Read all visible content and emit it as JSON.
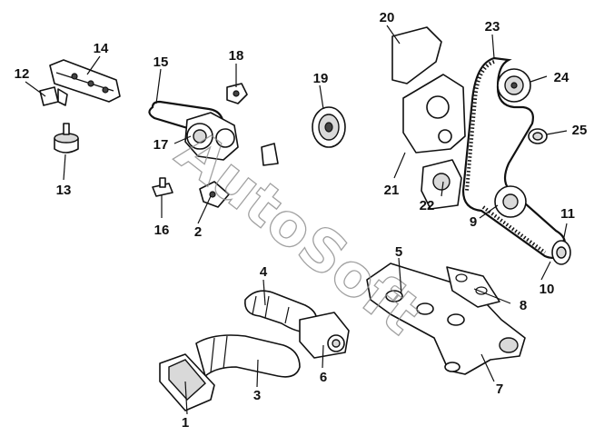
{
  "watermark": "AutoSoft",
  "callouts": [
    "1",
    "2",
    "3",
    "4",
    "5",
    "6",
    "7",
    "8",
    "9",
    "10",
    "11",
    "12",
    "13",
    "14",
    "15",
    "16",
    "17",
    "18",
    "19",
    "20",
    "21",
    "22",
    "23",
    "24",
    "25"
  ],
  "colors": {
    "ink": "#111111",
    "paper": "#ffffff",
    "watermark": "#8a8a8a"
  }
}
